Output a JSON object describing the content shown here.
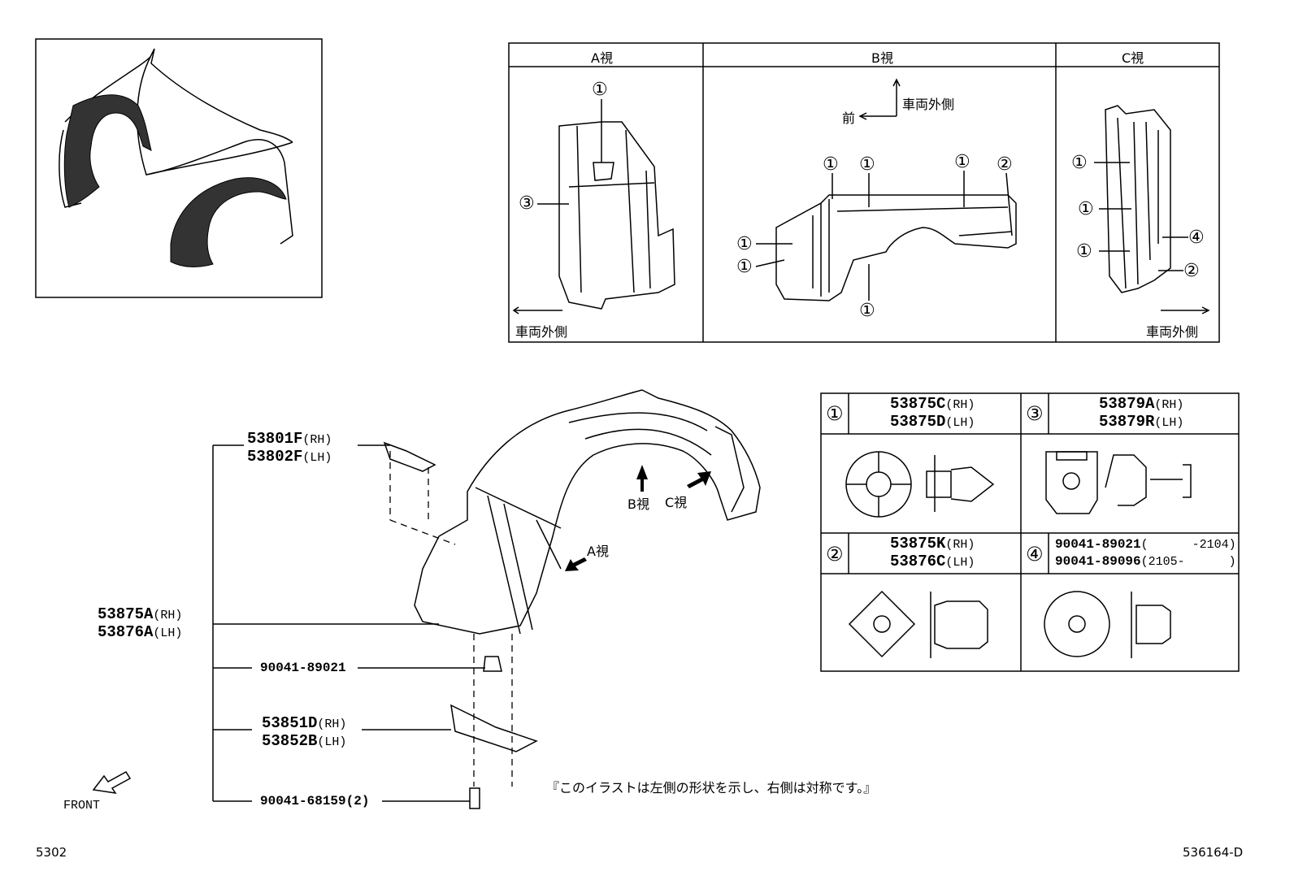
{
  "views": {
    "a": {
      "header": "A視",
      "outer_side": "車両外側"
    },
    "b": {
      "header": "B視",
      "front": "前",
      "outer_side": "車両外側"
    },
    "c": {
      "header": "C視",
      "outer_side": "車両外側"
    }
  },
  "callout_numbers": {
    "one": "①",
    "two": "②",
    "three": "③",
    "four": "④"
  },
  "parts_table": {
    "cell1": {
      "num": "①",
      "line1": "53875C",
      "sfx1": "(RH)",
      "line2": "53875D",
      "sfx2": "(LH)"
    },
    "cell3": {
      "num": "③",
      "line1": "53879A",
      "sfx1": "(RH)",
      "line2": "53879R",
      "sfx2": "(LH)"
    },
    "cell2": {
      "num": "②",
      "line1": "53875K",
      "sfx1": "(RH)",
      "line2": "53876C",
      "sfx2": "(LH)"
    },
    "cell4": {
      "num": "④",
      "line1": "90041-89021",
      "sfx1": "(      -2104)",
      "line2": "90041-89096",
      "sfx2": "(2105-      )"
    }
  },
  "main_parts": {
    "bracket": {
      "rh": "53801F",
      "rh_sfx": "(RH)",
      "lh": "53802F",
      "lh_sfx": "(LH)"
    },
    "liner": {
      "rh": "53875A",
      "rh_sfx": "(RH)",
      "lh": "53876A",
      "lh_sfx": "(LH)"
    },
    "clip": {
      "num": "90041-89021"
    },
    "cover": {
      "rh": "53851D",
      "rh_sfx": "(RH)",
      "lh": "53852B",
      "lh_sfx": "(LH)"
    },
    "screw": {
      "num": "90041-68159(2)"
    }
  },
  "view_arrows": {
    "a": "A視",
    "b": "B視",
    "c": "C視"
  },
  "front_label": "FRONT",
  "note": "『このイラストは左側の形状を示し、右側は対称です。』",
  "footer": {
    "left": "5302",
    "right": "536164-D"
  }
}
